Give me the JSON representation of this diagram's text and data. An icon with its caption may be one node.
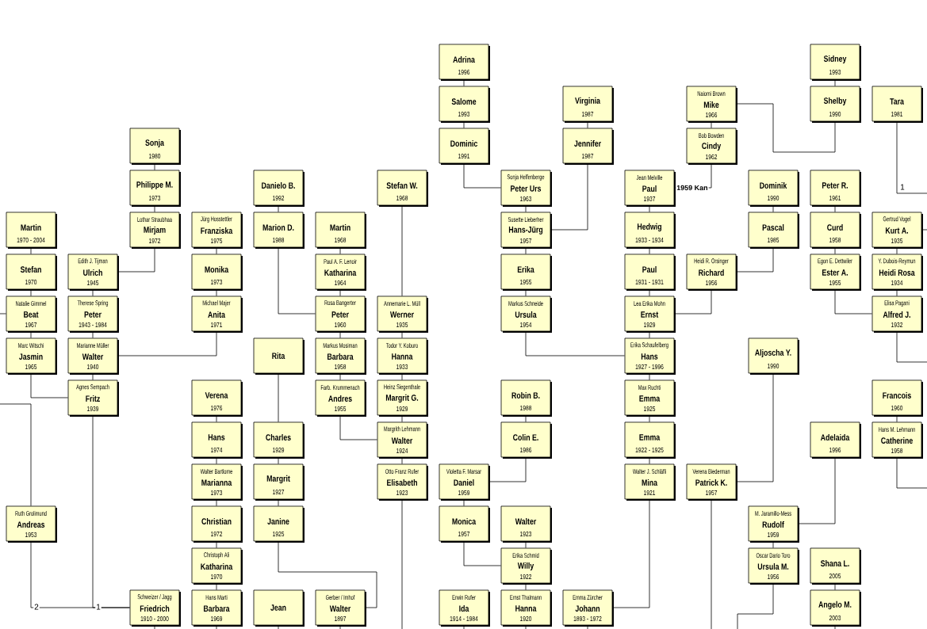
{
  "diagram": {
    "nodes": [
      {
        "text": [
          "Adrina",
          "1996"
        ]
      },
      {
        "text": [
          "Sidney",
          "1993"
        ]
      },
      {
        "text": [
          "Salome",
          "1993"
        ]
      },
      {
        "text": [
          "Virginia",
          "1987"
        ]
      },
      {
        "text": [
          "Naiomi Brown",
          "Mike",
          "1966"
        ]
      },
      {
        "text": [
          "Shelby",
          "1990"
        ]
      },
      {
        "text": [
          "Tara",
          "1981"
        ]
      },
      {
        "text": [
          "Sonja",
          "1980"
        ]
      },
      {
        "text": [
          "Dominic",
          "1991"
        ]
      },
      {
        "text": [
          "Jennifer",
          "1987"
        ]
      },
      {
        "text": [
          "Bob Bowden",
          "Cindy",
          "1962"
        ]
      },
      {
        "text": [
          "Philippe M.",
          "1973"
        ]
      },
      {
        "text": [
          "Danielo B.",
          "1992"
        ]
      },
      {
        "text": [
          "Stefan W.",
          "1968"
        ]
      },
      {
        "text": [
          "Sonja Helfenberge",
          "Peter Urs",
          "1963"
        ]
      },
      {
        "text": [
          "Jean Melville",
          "Paul",
          "1937"
        ]
      },
      {
        "text": [
          "Dominik",
          "1990"
        ]
      },
      {
        "text": [
          "Peter R.",
          "1961"
        ]
      },
      {
        "text": [
          "Martin",
          "1970 - 2004"
        ]
      },
      {
        "text": [
          "Lothar Straubhaa",
          "Mirjam",
          "1972"
        ]
      },
      {
        "text": [
          "Jürg Hosstettler",
          "Franziska",
          "1975"
        ]
      },
      {
        "text": [
          "Marion D.",
          "1988"
        ]
      },
      {
        "text": [
          "Martin",
          "1968"
        ]
      },
      {
        "text": [
          "Susette Lieberher",
          "Hans-Jürg",
          "1957"
        ]
      },
      {
        "text": [
          "Hedwig",
          "1933 - 1934"
        ]
      },
      {
        "text": [
          "Pascal",
          "1985"
        ]
      },
      {
        "text": [
          "Curd",
          "1958"
        ]
      },
      {
        "text": [
          "Gertrud Vogel",
          "Kurt A.",
          "1935"
        ]
      },
      {
        "text": [
          "Stefan",
          "1970"
        ]
      },
      {
        "text": [
          "Edith J. Tijman",
          "Ulrich",
          "1945"
        ]
      },
      {
        "text": [
          "Monika",
          "1973"
        ]
      },
      {
        "text": [
          "Paul A. F. Lenoir",
          "Katharina",
          "1964"
        ]
      },
      {
        "text": [
          "Erika",
          "1955"
        ]
      },
      {
        "text": [
          "Paul",
          "1931 - 1931"
        ]
      },
      {
        "text": [
          "Heidi R. Orsinger",
          "Richard",
          "1956"
        ]
      },
      {
        "text": [
          "Egon E. Dettwiler",
          "Ester A.",
          "1955"
        ]
      },
      {
        "text": [
          "Y. Dubois-Reymun",
          "Heidi Rosa",
          "1934"
        ]
      },
      {
        "text": [
          "Natalie Gimmel",
          "Beat",
          "1967"
        ]
      },
      {
        "text": [
          "Therese Spring",
          "Peter",
          "1943 - 1984"
        ]
      },
      {
        "text": [
          "Michael Majer",
          "Anita",
          "1971"
        ]
      },
      {
        "text": [
          "Rosa Bangerter",
          "Peter",
          "1960"
        ]
      },
      {
        "text": [
          "Annemarie L. Müll",
          "Werner",
          "1935"
        ]
      },
      {
        "text": [
          "Markus Schneide",
          "Ursula",
          "1954"
        ]
      },
      {
        "text": [
          "Lea Erika Mohn",
          "Ernst",
          "1929"
        ]
      },
      {
        "text": [
          "Elisa Pagani",
          "Alfred J.",
          "1932"
        ]
      },
      {
        "text": [
          "Marc Witschi",
          "Jasmin",
          "1965"
        ]
      },
      {
        "text": [
          "Marianne Müller",
          "Walter",
          "1940"
        ]
      },
      {
        "text": [
          "Rita"
        ]
      },
      {
        "text": [
          "Markus Mosiman",
          "Barbara",
          "1958"
        ]
      },
      {
        "text": [
          "Todor Y. Koburo",
          "Hanna",
          "1933"
        ]
      },
      {
        "text": [
          "Erika Schaufelberg",
          "Hans",
          "1927 - 1996"
        ]
      },
      {
        "text": [
          "Aljoscha Y.",
          "1990"
        ]
      },
      {
        "text": [
          "Agnes Sempach",
          "Fritz",
          "1939"
        ]
      },
      {
        "text": [
          "Verena",
          "1976"
        ]
      },
      {
        "text": [
          "Farb. Krummenach",
          "Andres",
          "1955"
        ]
      },
      {
        "text": [
          "Heinz Siegenthale",
          "Margrit G.",
          "1929"
        ]
      },
      {
        "text": [
          "Robin B.",
          "1988"
        ]
      },
      {
        "text": [
          "Max Ruchti",
          "Emma",
          "1925"
        ]
      },
      {
        "text": [
          "Francois",
          "1960"
        ]
      },
      {
        "text": [
          "Hans",
          "1974"
        ]
      },
      {
        "text": [
          "Charles",
          "1929"
        ]
      },
      {
        "text": [
          "Margrith Lehmann",
          "Walter",
          "1924"
        ]
      },
      {
        "text": [
          "Colin E.",
          "1986"
        ]
      },
      {
        "text": [
          "Emma",
          "1922 - 1925"
        ]
      },
      {
        "text": [
          "Adelaida",
          "1996"
        ]
      },
      {
        "text": [
          "Hans M. Lehmann",
          "Catherine",
          "1958"
        ]
      },
      {
        "text": [
          "Walter Bartlome",
          "Marianna",
          "1973"
        ]
      },
      {
        "text": [
          "Margrit",
          "1927"
        ]
      },
      {
        "text": [
          "Otto Franz Rufer",
          "Elisabeth",
          "1923"
        ]
      },
      {
        "text": [
          "Violetta F. Marsar",
          "Daniel",
          "1959"
        ]
      },
      {
        "text": [
          "Walter J. Schläfli",
          "Mina",
          "1921"
        ]
      },
      {
        "text": [
          "Verena Biederman",
          "Patrick K.",
          "1957"
        ]
      },
      {
        "text": [
          "Ruth Grolimund",
          "Andreas",
          "1953"
        ]
      },
      {
        "text": [
          "Christian",
          "1972"
        ]
      },
      {
        "text": [
          "Janine",
          "1925"
        ]
      },
      {
        "text": [
          "Monica",
          "1957"
        ]
      },
      {
        "text": [
          "Walter",
          "1923"
        ]
      },
      {
        "text": [
          "M. Jaramillo-Mess",
          "Rudolf",
          "1959"
        ]
      },
      {
        "text": [
          "Christoph Ali",
          "Katharina",
          "1970"
        ]
      },
      {
        "text": [
          "Erika Schmid",
          "Willy",
          "1922"
        ]
      },
      {
        "text": [
          "Oscar Dario Toro",
          "Ursula M.",
          "1956"
        ]
      },
      {
        "text": [
          "Shana L.",
          "2005"
        ]
      },
      {
        "text": [
          "Schweizer / Jagg",
          "Friedrich",
          "1910 - 2000"
        ]
      },
      {
        "text": [
          "Hans Marti",
          "Barbara",
          "1969"
        ]
      },
      {
        "text": [
          "Jean"
        ]
      },
      {
        "text": [
          "Gerber / Imhof",
          "Walter",
          "1897"
        ]
      },
      {
        "text": [
          "Erwin Rufer",
          "Ida",
          "1914 - 1984"
        ]
      },
      {
        "text": [
          "Ernst Thalmann",
          "Hanna",
          "1920"
        ]
      },
      {
        "text": [
          "Emma Zürcher",
          "Johann",
          "1893 - 1972"
        ]
      },
      {
        "text": [
          "Angelo M.",
          "2003"
        ]
      }
    ],
    "edges": [
      {
        "from": 18,
        "to": 28,
        "arrow": "none"
      },
      {
        "from": 28,
        "to": 37,
        "arrow": "none"
      },
      {
        "from": 37,
        "to": 45,
        "arrow": "none"
      },
      {
        "from": 29,
        "to": 38,
        "arrow": "none"
      },
      {
        "from": 38,
        "to": 46,
        "arrow": "none"
      },
      {
        "from": 46,
        "to": 52,
        "arrow": "none"
      },
      {
        "from": 7,
        "to": 11,
        "arrow": "none"
      },
      {
        "from": 11,
        "to": 19,
        "arrow": "none"
      },
      {
        "from": 20,
        "to": 30,
        "arrow": "none"
      },
      {
        "from": 30,
        "to": 39,
        "arrow": "none"
      },
      {
        "from": 53,
        "to": 59,
        "arrow": "none"
      },
      {
        "from": 59,
        "to": 66,
        "arrow": "none"
      },
      {
        "from": 66,
        "to": 73,
        "arrow": "none"
      },
      {
        "from": 73,
        "to": 78,
        "arrow": "none"
      },
      {
        "from": 78,
        "to": 83,
        "arrow": "none"
      },
      {
        "from": 12,
        "to": 21,
        "arrow": "none"
      },
      {
        "from": 47,
        "to": 60,
        "arrow": "none"
      },
      {
        "from": 60,
        "to": 67,
        "arrow": "none"
      },
      {
        "from": 67,
        "to": 74,
        "arrow": "none"
      },
      {
        "from": 22,
        "to": 31,
        "arrow": "none"
      },
      {
        "from": 31,
        "to": 40,
        "arrow": "none"
      },
      {
        "from": 40,
        "to": 48,
        "arrow": "none"
      },
      {
        "from": 48,
        "to": 54,
        "arrow": "none"
      },
      {
        "from": 13,
        "to": 41,
        "arrow": "none"
      },
      {
        "from": 41,
        "to": 49,
        "arrow": "none"
      },
      {
        "from": 49,
        "to": 55,
        "arrow": "none"
      },
      {
        "from": 55,
        "to": 61,
        "arrow": "none"
      },
      {
        "from": 61,
        "to": 68,
        "arrow": "none"
      },
      {
        "from": 0,
        "to": 2,
        "arrow": "none"
      },
      {
        "from": 2,
        "to": 8,
        "arrow": "none"
      },
      {
        "from": 69,
        "to": 75,
        "arrow": "none"
      },
      {
        "from": 14,
        "to": 23,
        "arrow": "none"
      },
      {
        "from": 23,
        "to": 32,
        "arrow": "none"
      },
      {
        "from": 32,
        "to": 42,
        "arrow": "none"
      },
      {
        "from": 56,
        "to": 62,
        "arrow": "none"
      },
      {
        "from": 76,
        "to": 79,
        "arrow": "none"
      },
      {
        "from": 79,
        "to": 87,
        "arrow": "none"
      },
      {
        "from": 3,
        "to": 9,
        "arrow": "none"
      },
      {
        "from": 15,
        "to": 24,
        "arrow": "none"
      },
      {
        "from": 24,
        "to": 33,
        "arrow": "none"
      },
      {
        "from": 33,
        "to": 43,
        "arrow": "none"
      },
      {
        "from": 43,
        "to": 50,
        "arrow": "none"
      },
      {
        "from": 50,
        "to": 57,
        "arrow": "none"
      },
      {
        "from": 57,
        "to": 63,
        "arrow": "none"
      },
      {
        "from": 63,
        "to": 70,
        "arrow": "none"
      },
      {
        "from": 4,
        "to": 10,
        "arrow": "none"
      },
      {
        "from": 16,
        "to": 25,
        "arrow": "none"
      },
      {
        "from": 77,
        "to": 80,
        "arrow": "none"
      },
      {
        "from": 1,
        "to": 5,
        "arrow": "none"
      },
      {
        "from": 17,
        "to": 26,
        "arrow": "none"
      },
      {
        "from": 26,
        "to": 35,
        "arrow": "none"
      },
      {
        "from": 81,
        "to": 89,
        "arrow": "none"
      },
      {
        "from": 27,
        "to": 36,
        "arrow": "none"
      },
      {
        "from": 36,
        "to": 44,
        "arrow": "none"
      },
      {
        "from": 58,
        "to": 65,
        "arrow": "none"
      },
      {
        "from": 45,
        "to": 52,
        "arrow": "none"
      },
      {
        "from": 72,
        "to": 82,
        "label": "2",
        "arrow": "none"
      },
      {
        "from": 52,
        "to": 82,
        "label": "1",
        "arrow": "none"
      },
      {
        "from": 29,
        "to": 19,
        "arrow": "none"
      },
      {
        "from": 46,
        "to": 39,
        "arrow": "none"
      },
      {
        "from": 21,
        "to": 40,
        "arrow": "none"
      },
      {
        "from": 74,
        "to": 85,
        "arrow": "none"
      },
      {
        "from": 54,
        "to": 61,
        "arrow": "none"
      },
      {
        "from": 8,
        "to": 14,
        "arrow": "none"
      },
      {
        "from": 69,
        "to": 62,
        "arrow": "none"
      },
      {
        "from": 75,
        "to": 79,
        "arrow": "none"
      },
      {
        "from": 42,
        "to": 50,
        "arrow": "none"
      },
      {
        "from": 9,
        "to": 23,
        "arrow": "none"
      },
      {
        "from": 70,
        "to": 88,
        "arrow": "none"
      },
      {
        "from": 15,
        "to": 10,
        "label": "1959 Kan",
        "arrow": "none"
      },
      {
        "from": 43,
        "to": 34,
        "arrow": "none"
      },
      {
        "from": 4,
        "to": 5,
        "arrow": "none"
      },
      {
        "from": 71,
        "to": 51,
        "arrow": "none"
      },
      {
        "from": 34,
        "to": 25,
        "arrow": "none"
      },
      {
        "from": 77,
        "to": 64,
        "arrow": "none"
      },
      {
        "from": 35,
        "to": 44,
        "arrow": "none"
      },
      {
        "from": null,
        "to": 37,
        "arrow": "none"
      },
      {
        "from": null,
        "to": 72,
        "arrow": "none"
      },
      {
        "from": 82,
        "to": null,
        "arrow": "none"
      },
      {
        "from": 83,
        "to": null,
        "arrow": "none"
      },
      {
        "from": 84,
        "to": null,
        "arrow": "none"
      },
      {
        "from": 85,
        "to": null,
        "arrow": "none"
      },
      {
        "from": 68,
        "to": null,
        "arrow": "none"
      },
      {
        "from": 86,
        "to": null,
        "arrow": "none"
      },
      {
        "from": 87,
        "to": null,
        "arrow": "none"
      },
      {
        "from": 88,
        "to": null,
        "arrow": "none"
      },
      {
        "from": 71,
        "to": null,
        "arrow": "none"
      },
      {
        "from": 80,
        "to": null,
        "arrow": "none"
      },
      {
        "from": 89,
        "to": null,
        "arrow": "none"
      },
      {
        "from": 6,
        "to": null,
        "label": "1",
        "arrow": "none"
      },
      {
        "from": 27,
        "to": null,
        "arrow": "none"
      },
      {
        "from": 44,
        "to": null,
        "arrow": "none"
      },
      {
        "from": 65,
        "to": null,
        "arrow": "none"
      }
    ]
  }
}
